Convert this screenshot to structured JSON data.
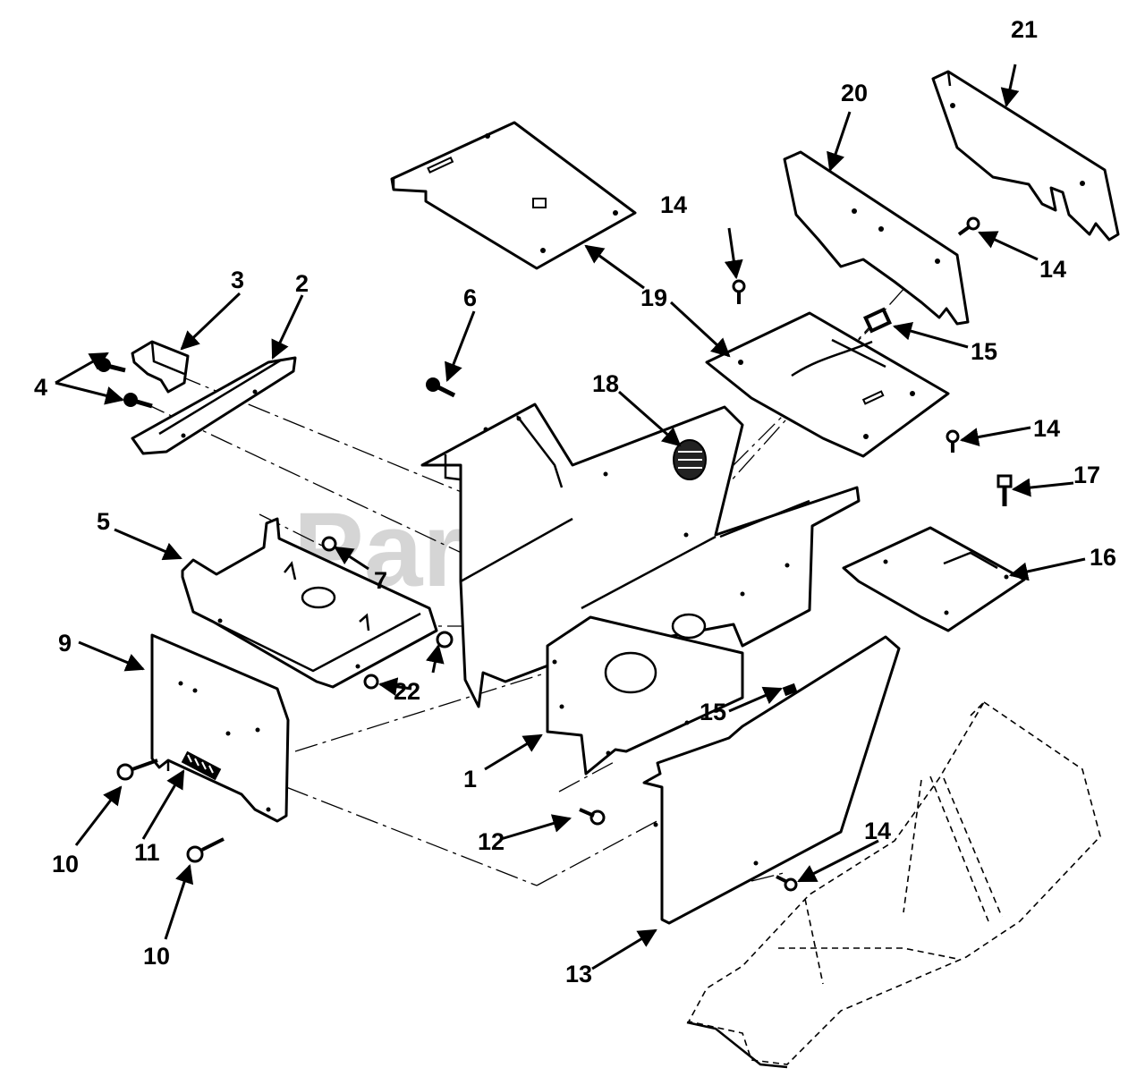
{
  "watermark": "PartsTree",
  "callouts": {
    "c1": "1",
    "c2": "2",
    "c3": "3",
    "c4": "4",
    "c5": "5",
    "c6": "6",
    "c7": "7",
    "c9": "9",
    "c10a": "10",
    "c10b": "10",
    "c11": "11",
    "c12": "12",
    "c13": "13",
    "c14a": "14",
    "c14b": "14",
    "c14c": "14",
    "c14d": "14",
    "c15a": "15",
    "c15b": "15",
    "c16": "16",
    "c17": "17",
    "c18": "18",
    "c19": "19",
    "c20": "20",
    "c21": "21",
    "c22": "22"
  }
}
